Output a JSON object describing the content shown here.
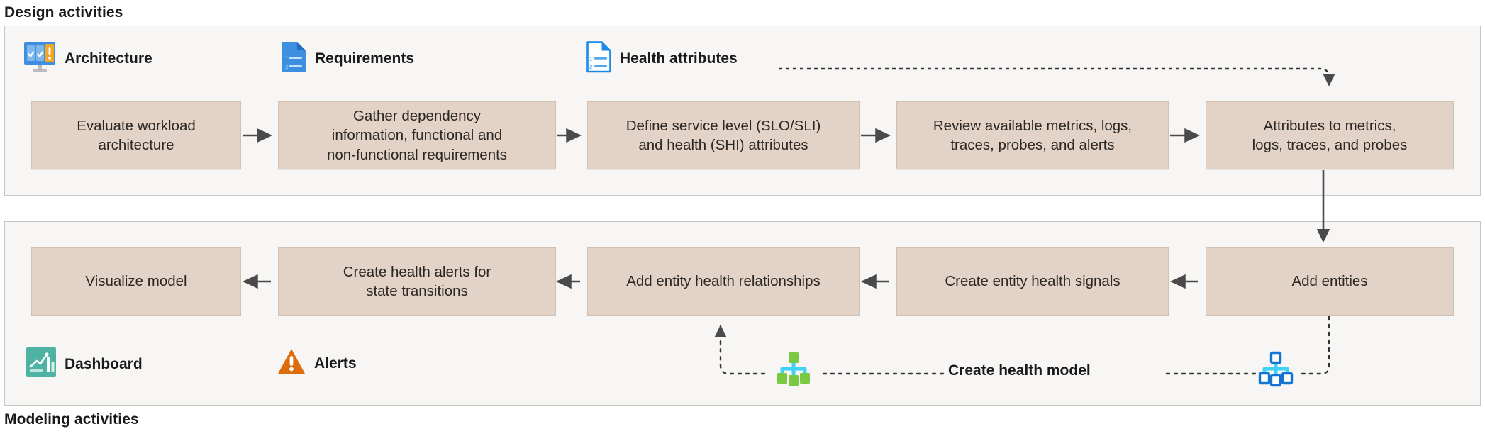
{
  "captions": {
    "top": "Design activities",
    "bottom": "Modeling activities"
  },
  "colors": {
    "node_fill": "#e2d3c6",
    "node_border": "#cfc0b2",
    "panel_fill": "#f7f6f4",
    "panel_border": "#c9c6c2",
    "connector": "#4a4a4a",
    "icon_blue": "#1b8ae8",
    "icon_light_blue": "#5aa9ee",
    "icon_orange": "#f5a623",
    "icon_alert_orange": "#df6c0a",
    "icon_teal": "#4fb3a4",
    "icon_green": "#7ac943",
    "icon_cyan": "#3fd2f5",
    "text": "#2b2724"
  },
  "design": {
    "legends": [
      {
        "icon": "architecture-monitor-icon",
        "label": "Architecture"
      },
      {
        "icon": "requirements-document-icon",
        "label": "Requirements"
      },
      {
        "icon": "health-attributes-document-icon",
        "label": "Health attributes"
      }
    ],
    "nodes": [
      {
        "id": "evaluate-workload-architecture",
        "lines": [
          "Evaluate workload",
          "architecture"
        ]
      },
      {
        "id": "gather-dependency-information",
        "lines": [
          "Gather dependency",
          "information, functional and",
          "non-functional requirements"
        ]
      },
      {
        "id": "define-service-level-attributes",
        "lines": [
          "Define service level (SLO/SLI)",
          "and health (SHI) attributes"
        ]
      },
      {
        "id": "review-available-telemetry",
        "lines": [
          "Review available metrics, logs,",
          "traces, probes, and alerts"
        ]
      },
      {
        "id": "attributes-to-telemetry",
        "lines": [
          "Attributes to metrics,",
          "logs, traces, and probes"
        ]
      }
    ]
  },
  "modeling": {
    "nodes": [
      {
        "id": "visualize-model",
        "lines": [
          "Visualize model"
        ]
      },
      {
        "id": "create-health-alerts",
        "lines": [
          "Create health alerts for",
          "state transitions"
        ]
      },
      {
        "id": "add-entity-health-relationships",
        "lines": [
          "Add entity health relationships"
        ]
      },
      {
        "id": "create-entity-health-signals",
        "lines": [
          "Create entity health signals"
        ]
      },
      {
        "id": "add-entities",
        "lines": [
          "Add entities"
        ]
      }
    ],
    "legends": [
      {
        "icon": "dashboard-chart-icon",
        "label": "Dashboard"
      },
      {
        "icon": "alerts-warning-icon",
        "label": "Alerts"
      }
    ],
    "flow_label": "Create health model",
    "flow_icons": [
      {
        "icon": "health-model-tree-green-icon"
      },
      {
        "icon": "health-model-tree-blue-icon"
      }
    ]
  }
}
